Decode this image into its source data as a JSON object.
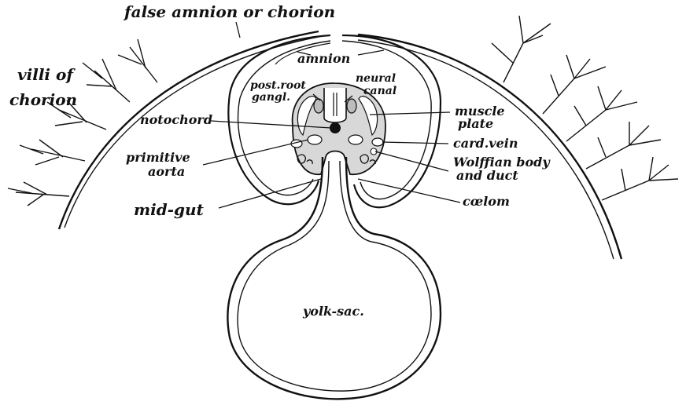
{
  "labels": {
    "false_amnion": "false amnion or chorion",
    "villi_line1": "villi of",
    "villi_line2": "chorion",
    "amnion": "amnion",
    "post_root_line1": "post.root",
    "post_root_line2": "gangl.",
    "neural_line1": "neural",
    "neural_line2": "canal",
    "muscle_line1": "muscle",
    "muscle_line2": "plate",
    "notochord": "notochord",
    "card_vein": "card.vein",
    "primitive_line1": "primitive",
    "primitive_line2": "aorta",
    "wolffian_line1": "Wolffian body",
    "wolffian_line2": "and duct",
    "mid_gut": "mid-gut",
    "coelom": "cœlom",
    "yolk_sac": "yolk-sac."
  }
}
